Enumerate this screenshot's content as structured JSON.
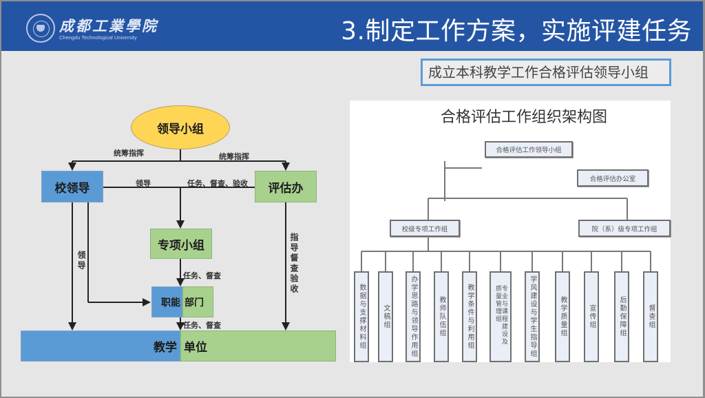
{
  "header": {
    "school_name_cn": "成都工業學院",
    "school_name_en": "Chengdu Technological University",
    "logo_icon": "university-emblem-icon",
    "title": "3.制定工作方案，实施评建任务",
    "background_color": "#2455a4"
  },
  "callout": {
    "text": "成立本科教学工作合格评估领导小组",
    "border_color": "#5b9bd5"
  },
  "flow_diagram": {
    "nodes": {
      "leading_group": "领导小组",
      "school_leaders": "校领导",
      "evaluation_office": "评估办",
      "special_group": "专项小组",
      "functional_dept_left": "职能",
      "functional_dept_right": "部门",
      "teaching_unit_left": "教学",
      "teaching_unit_right": "单位"
    },
    "edge_labels": {
      "coordinate_left": "统筹指挥",
      "coordinate_right": "统筹指挥",
      "lead": "领导",
      "task_supervise_accept": "任务、督查、验收",
      "lead_vertical": "领导",
      "guide_supervise_accept_vertical": "指导督查验收",
      "task_supervise_1": "任务、督查",
      "task_supervise_2": "任务、督查"
    },
    "colors": {
      "ellipse": "#ffd556",
      "blue": "#5b9bd5",
      "green": "#a9d18e"
    }
  },
  "org_chart": {
    "title": "合格评估工作组织架构图",
    "root": "合格评估工作领导小组",
    "office": "合格评估办公室",
    "school_level": "校级专项工作组",
    "college_level": "院（系）级专项工作组",
    "groups": [
      "数据与支撑材料组",
      "文稿组",
      "办学思路与领导作用组",
      "教师队伍组",
      "教学条件与利用组",
      "专业与课程建设及质量管理组",
      "学风建设与学生指导组",
      "教学质量组",
      "宣传组",
      "后勤保障组",
      "督查组"
    ]
  }
}
